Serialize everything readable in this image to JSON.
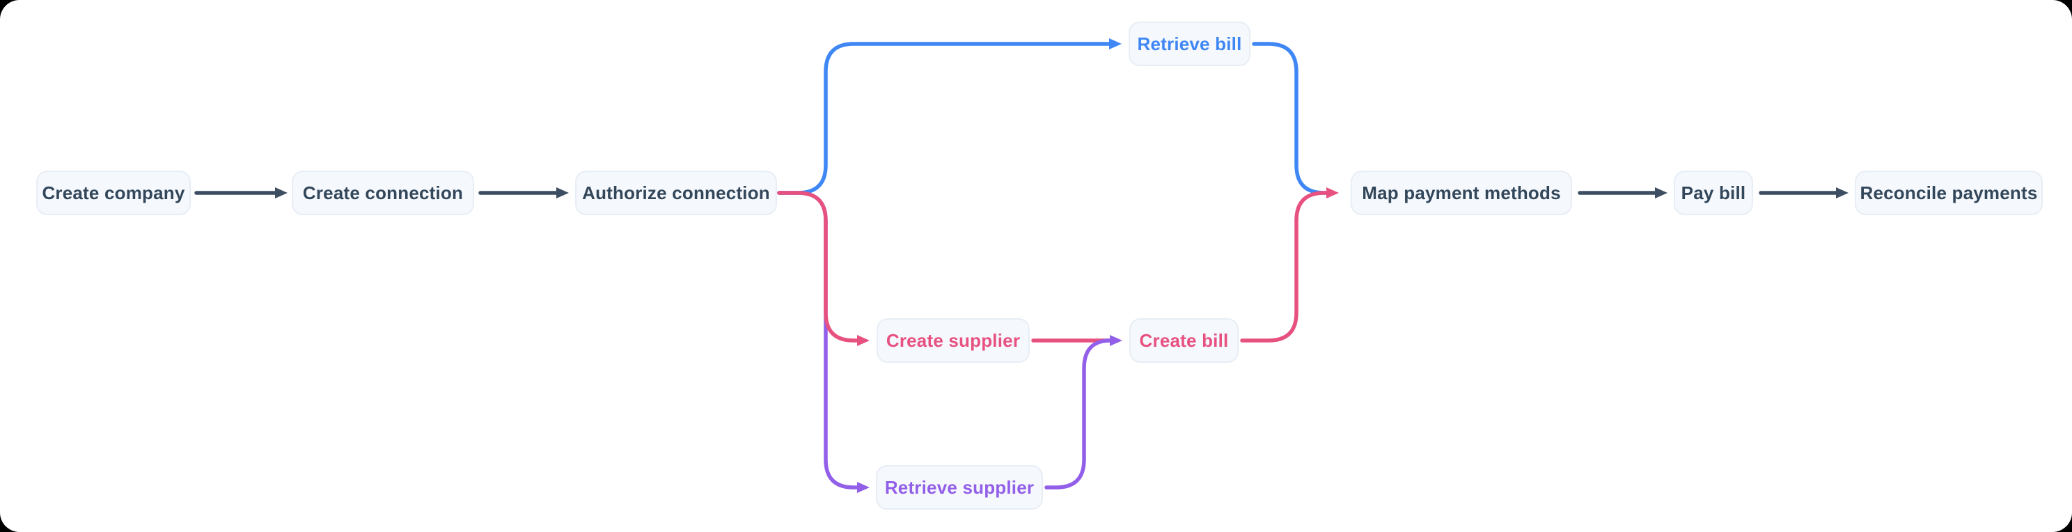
{
  "diagram": {
    "type": "flowchart",
    "colors": {
      "slate": "#3d4e63",
      "text_slate": "#33475b",
      "blue": "#3f87f5",
      "pink": "#e75180",
      "purple": "#925fe9",
      "node_bg": "#f5f8fc",
      "node_border": "#e8eef6",
      "canvas_bg": "#ffffff",
      "page_bg": "#000000"
    },
    "nodes": [
      {
        "id": "create-company",
        "label": "Create company",
        "color": "slate"
      },
      {
        "id": "create-connection",
        "label": "Create connection",
        "color": "slate"
      },
      {
        "id": "authorize-connection",
        "label": "Authorize connection",
        "color": "slate"
      },
      {
        "id": "retrieve-bill",
        "label": "Retrieve bill",
        "color": "blue"
      },
      {
        "id": "create-supplier",
        "label": "Create supplier",
        "color": "pink"
      },
      {
        "id": "create-bill",
        "label": "Create bill",
        "color": "pink"
      },
      {
        "id": "retrieve-supplier",
        "label": "Retrieve supplier",
        "color": "purple"
      },
      {
        "id": "map-payment-methods",
        "label": "Map payment methods",
        "color": "slate"
      },
      {
        "id": "pay-bill",
        "label": "Pay bill",
        "color": "slate"
      },
      {
        "id": "reconcile-payments",
        "label": "Reconcile payments",
        "color": "slate"
      }
    ],
    "edges": [
      {
        "from": "create-company",
        "to": "create-connection",
        "color": "slate"
      },
      {
        "from": "create-connection",
        "to": "authorize-connection",
        "color": "slate"
      },
      {
        "from": "authorize-connection",
        "to": "retrieve-bill",
        "color": "blue"
      },
      {
        "from": "authorize-connection",
        "to": "create-supplier",
        "color": "pink"
      },
      {
        "from": "authorize-connection",
        "to": "retrieve-supplier",
        "color": "purple"
      },
      {
        "from": "create-supplier",
        "to": "create-bill",
        "color": "pink"
      },
      {
        "from": "retrieve-supplier",
        "to": "create-bill",
        "color": "purple"
      },
      {
        "from": "retrieve-bill",
        "to": "map-payment-methods",
        "color": "blue"
      },
      {
        "from": "create-bill",
        "to": "map-payment-methods",
        "color": "pink"
      },
      {
        "from": "map-payment-methods",
        "to": "pay-bill",
        "color": "slate"
      },
      {
        "from": "pay-bill",
        "to": "reconcile-payments",
        "color": "slate"
      }
    ]
  }
}
